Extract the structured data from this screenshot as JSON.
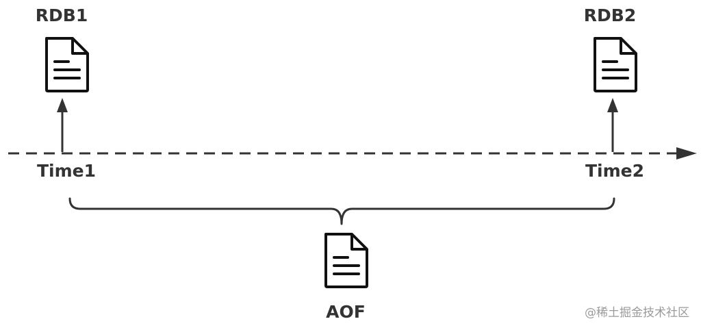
{
  "labels": {
    "rdb1": "RDB1",
    "rdb2": "RDB2",
    "time1": "Time1",
    "time2": "Time2",
    "aof": "AOF"
  },
  "watermark": "@稀土掘金技术社区",
  "icons": {
    "rdb1": "document-icon",
    "rdb2": "document-icon",
    "aof": "document-icon"
  },
  "colors": {
    "stroke": "#333333",
    "icon": "#111111",
    "watermark": "#9a9a9a"
  }
}
